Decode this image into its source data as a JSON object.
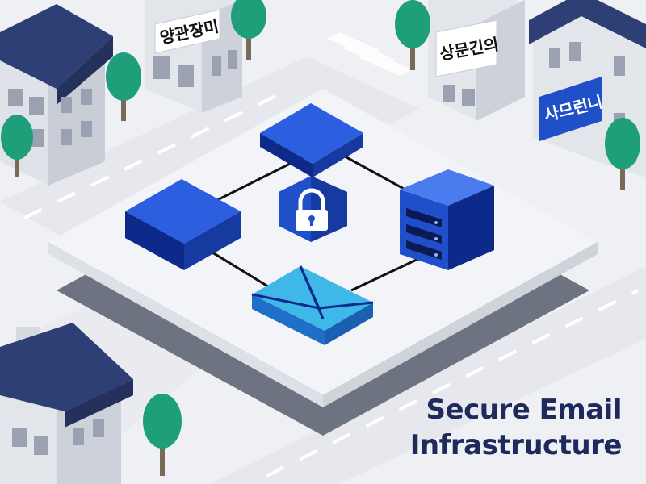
{
  "signs": {
    "left_building": "양관장미",
    "right_building_top": "상문긴의",
    "right_building_blue": "사므런니"
  },
  "caption": {
    "line1": "Secure Email",
    "line2": "Infrastructure"
  },
  "icons": [
    "lock-icon",
    "server-icon",
    "envelope-icon"
  ],
  "colors": {
    "accent_blue": "#1f4fc9",
    "dark_navy": "#1f2a5c",
    "tree_green": "#1f9e7a",
    "roof_blue": "#2e3f75",
    "envelope_cyan": "#3fb7e8"
  }
}
